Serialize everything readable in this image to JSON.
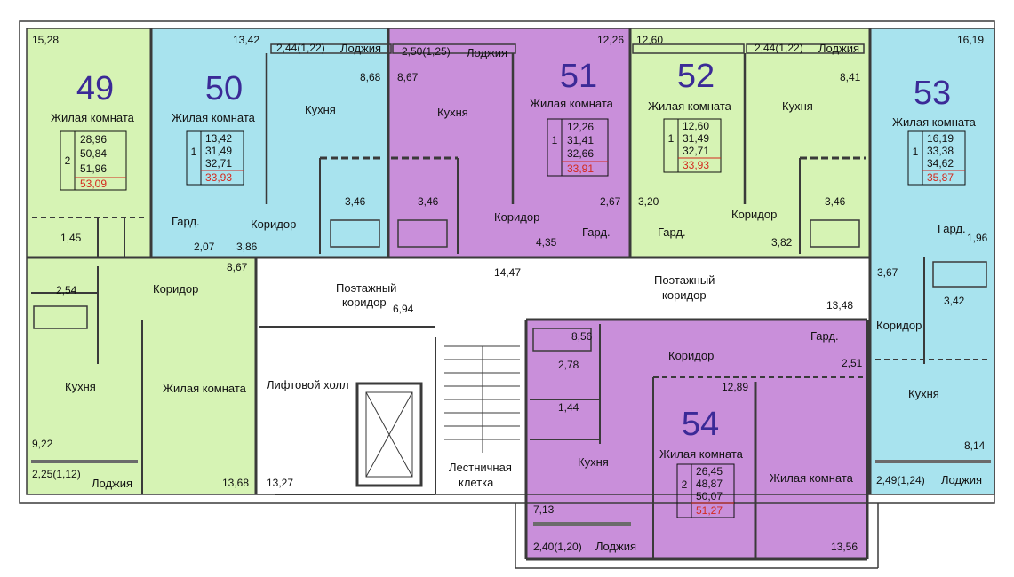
{
  "colors": {
    "green": "#d6f3b4",
    "blue": "#a8e3ee",
    "purple": "#c98fda",
    "wall": "#3a3a3a",
    "number": "#3b2a97",
    "red": "#d42a1e"
  },
  "apartments": [
    {
      "number": "49",
      "rooms": "2",
      "areas": [
        "28,96",
        "50,84",
        "51,96"
      ],
      "total": "53,09"
    },
    {
      "number": "50",
      "rooms": "1",
      "areas": [
        "13,42",
        "31,49",
        "32,71"
      ],
      "total": "33,93"
    },
    {
      "number": "51",
      "rooms": "1",
      "areas": [
        "12,26",
        "31,41",
        "32,66"
      ],
      "total": "33,91"
    },
    {
      "number": "52",
      "rooms": "1",
      "areas": [
        "12,60",
        "31,49",
        "32,71"
      ],
      "total": "33,93"
    },
    {
      "number": "53",
      "rooms": "1",
      "areas": [
        "16,19",
        "33,38",
        "34,62"
      ],
      "total": "35,87"
    },
    {
      "number": "54",
      "rooms": "2",
      "areas": [
        "26,45",
        "48,87",
        "50,07"
      ],
      "total": "51,27"
    }
  ],
  "labels": {
    "living": "Жилая комната",
    "kitchen": "Кухня",
    "corridor": "Коридор",
    "wardrobe": "Гард.",
    "loggia": "Лоджия",
    "floor_corridor_1": "Поэтажный",
    "floor_corridor_2": "коридор",
    "lift_hall": "Лифтовой холл",
    "stair_1": "Лестничная",
    "stair_2": "клетка"
  },
  "values": {
    "a49_living": "15,28",
    "a49_bath": "1,45",
    "a50_living": "13,42",
    "a50_loggia": "2,44(1,22)",
    "a50_kitchen": "8,68",
    "a50_bath": "3,46",
    "a50_ward": "2,07",
    "a50_corr": "3,86",
    "a51_loggia": "2,50(1,25)",
    "a51_living": "12,26",
    "a51_kitchen": "8,67",
    "a51_bath": "3,46",
    "a51_ward": "2,67",
    "a51_corr": "4,35",
    "a52_living": "12,60",
    "a52_loggia": "2,44(1,22)",
    "a52_kitchen": "8,41",
    "a52_ward": "3,20",
    "a52_bath": "3,46",
    "a52_corr": "3,82",
    "a53_living": "16,19",
    "a53_ward": "1,96",
    "a53_corr": "3,67",
    "a53_bath": "3,42",
    "a53_kitchen": "8,14",
    "a53_loggia": "2,49(1,24)",
    "a49_corr": "8,67",
    "a49_bath2": "2,54",
    "a49_kitchen": "9,22",
    "a49_loggia": "2,25(1,12)",
    "a49_living2": "13,68",
    "floor_corr_left": "14,47",
    "floor_corr_6": "6,94",
    "floor_corr_right": "13,48",
    "lift_hall": "13,27",
    "a54_bath": "8,56",
    "a54_wc1": "2,78",
    "a54_wc2": "1,44",
    "a54_ward": "2,51",
    "a54_corr": "12,89",
    "a54_kitchen": "7,13",
    "a54_loggia": "2,40(1,20)",
    "a54_living2": "13,56"
  }
}
